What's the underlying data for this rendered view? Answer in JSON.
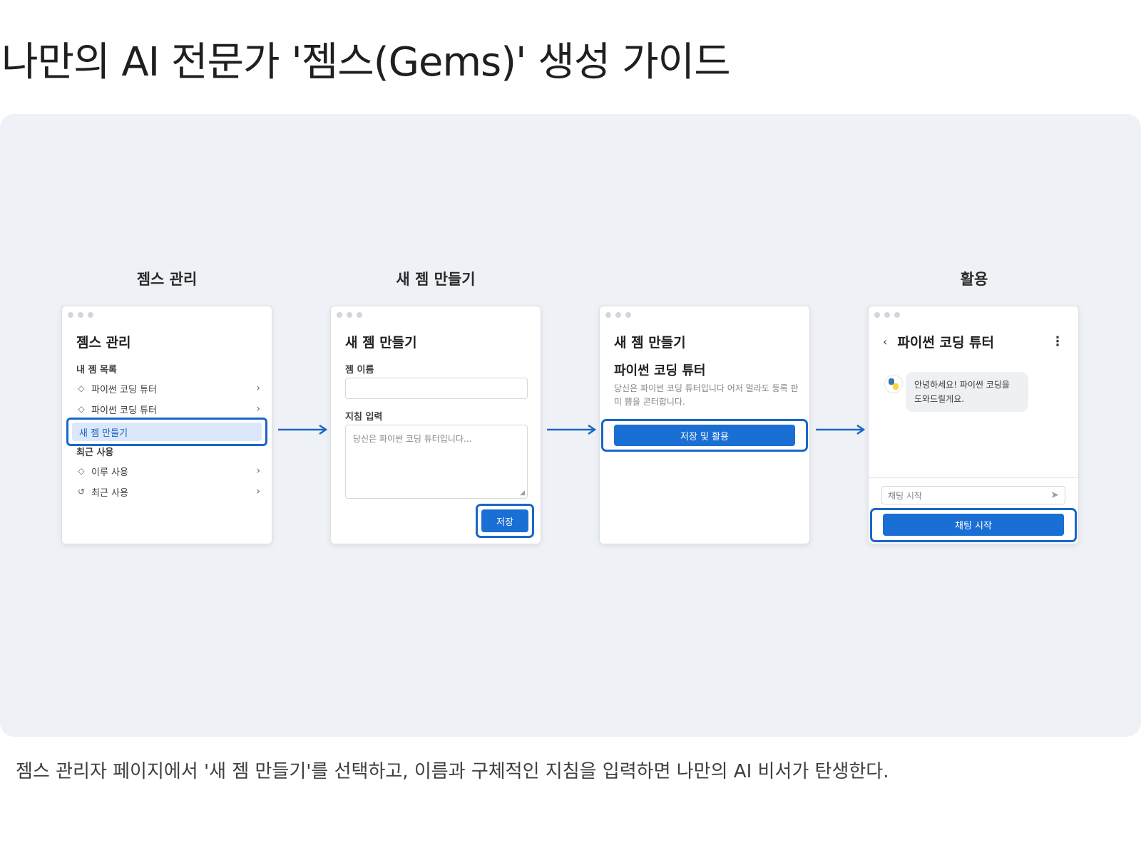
{
  "page": {
    "title": "나만의 AI 전문가 '젬스(Gems)' 생성 가이드",
    "caption": "젬스 관리자 페이지에서 '새 젬 만들기'를 선택하고, 이름과 구체적인 지침을 입력하면 나만의 AI 비서가 탄생한다."
  },
  "steps": {
    "labels": [
      "젬스 관리",
      "새 젬 만들기",
      "",
      "활용"
    ]
  },
  "screen1": {
    "title": "젬스 관리",
    "section_my_gems": "내 젬 목록",
    "items": [
      "파이썬 코딩 튜터",
      "파이썬 코딩 튜터"
    ],
    "new_gem": "새 젬 만들기",
    "section_recent": "최근 사용",
    "recent_items": [
      "이루 사용",
      "최근 사용"
    ],
    "icons": [
      "gem-icon",
      "history-icon",
      "chevron-right-icon"
    ]
  },
  "screen2": {
    "title": "새 젬 만들기",
    "name_label": "젬 이름",
    "name_value": "",
    "instructions_label": "지침 입력",
    "instructions_placeholder": "당신은 파이썬 코딩 튜터입니다...",
    "save_button": "저장"
  },
  "screen3": {
    "title": "새 젬 만들기",
    "gem_name": "파이썬 코딩 튜터",
    "gem_description": "당신은 파이썬 코딩 튜터입니다 어저 멀라도 등록 판미 쁨을 콘터합니다.",
    "save_use_button": "저장 및 활용"
  },
  "screen4": {
    "title": "파이썬 코딩 튜터",
    "greeting": "안녕하세요! 파이썬 코딩을 도와드릴게요.",
    "chat_placeholder": "채팅 시작",
    "start_button": "채팅 시작",
    "icons": [
      "back-icon",
      "more-icon",
      "python-avatar-icon",
      "send-icon"
    ]
  },
  "colors": {
    "accent": "#1a66c9",
    "button_blue": "#1a6fd4",
    "highlight_bg": "#dbe7fa",
    "figure_bg": "#eef1f5"
  }
}
